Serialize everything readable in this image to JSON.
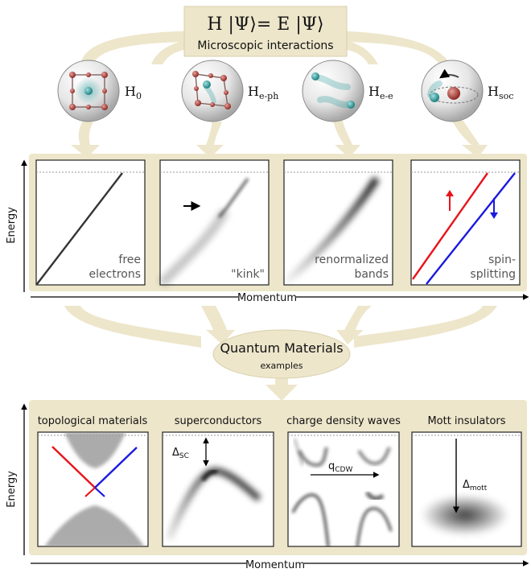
{
  "header": {
    "equation": "H |Ψ⟩= E |Ψ⟩",
    "subtitle": "Microscopic interactions"
  },
  "hamiltonians": [
    {
      "label": "H",
      "sub": "0",
      "icon": "lattice-icon"
    },
    {
      "label": "H",
      "sub": "e-ph",
      "icon": "distorted-lattice-icon"
    },
    {
      "label": "H",
      "sub": "e-e",
      "icon": "electron-interaction-icon"
    },
    {
      "label": "H",
      "sub": "soc",
      "icon": "spin-orbit-icon"
    }
  ],
  "top_panels": [
    {
      "label_lines": [
        "free",
        "electrons"
      ]
    },
    {
      "label_lines": [
        "\"kink\""
      ]
    },
    {
      "label_lines": [
        "renormalized",
        "bands"
      ]
    },
    {
      "label_lines": [
        "spin-",
        "splitting"
      ]
    }
  ],
  "axes": {
    "energy_label": "Energy",
    "momentum_label": "Momentum"
  },
  "center": {
    "title": "Quantum Materials",
    "subtitle": "examples"
  },
  "bottom_panels": [
    {
      "title": "topological materials"
    },
    {
      "title": "superconductors",
      "annotation": "Δ",
      "annotation_sub": "SC"
    },
    {
      "title": "charge density waves",
      "annotation": "q",
      "annotation_sub": "CDW"
    },
    {
      "title": "Mott insulators",
      "annotation": "Δ",
      "annotation_sub": "mott"
    }
  ],
  "colors": {
    "beige": "#ede6cb",
    "beige_dark": "#d9cfab",
    "spin_up": "#e8141b",
    "spin_down": "#1a1ae0",
    "teal": "#2e9c9c",
    "atom": "#b04a40"
  }
}
